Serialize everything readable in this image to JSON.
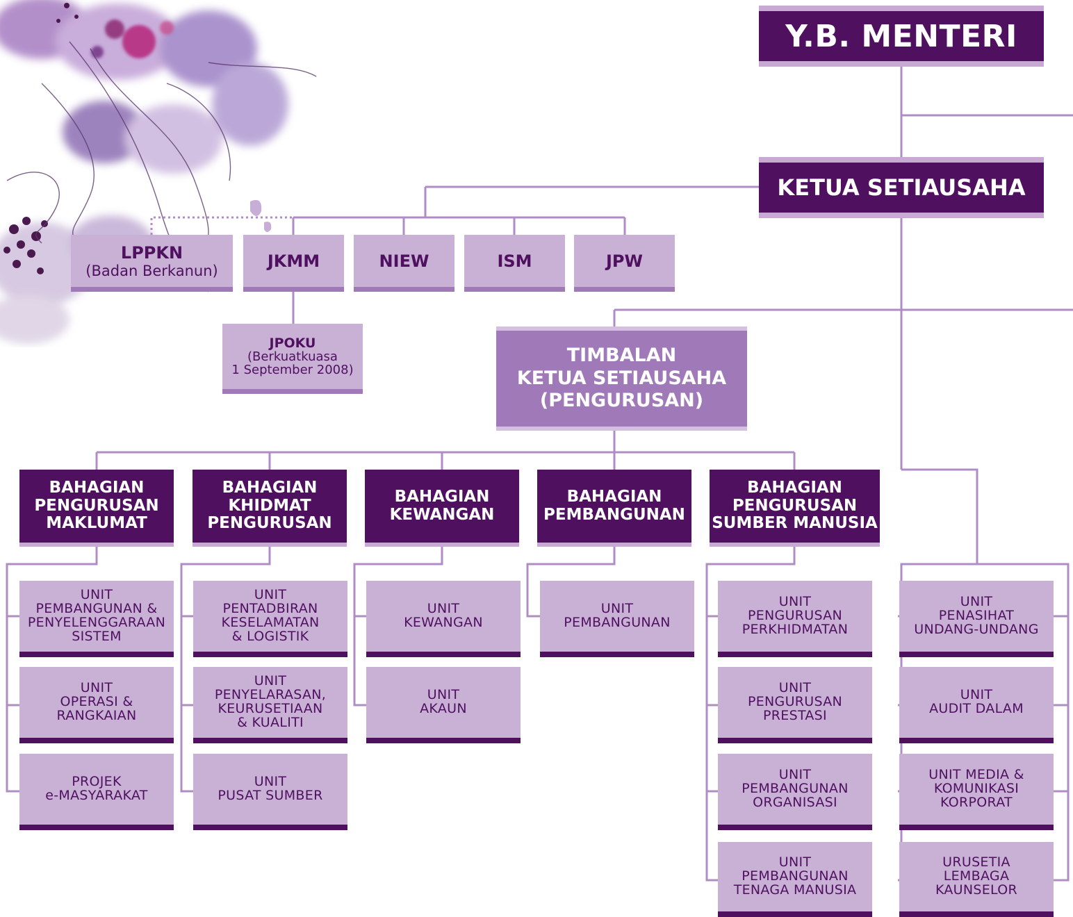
{
  "top": {
    "menteri": "Y.B. MENTERI",
    "ketua": "KETUA SETIAUSAHA",
    "timbalan": [
      "TIMBALAN",
      "KETUA SETIAUSAHA",
      "(PENGURUSAN)"
    ]
  },
  "agencies": {
    "lppkn": {
      "name": "LPPKN",
      "note": "(Badan Berkanun)"
    },
    "jkmm": "JKMM",
    "niew": "NIEW",
    "ism": "ISM",
    "jpw": "JPW",
    "jpoku": {
      "name": "JPOKU",
      "note": [
        "(Berkuatkuasa",
        "1 September 2008)"
      ]
    }
  },
  "divisions": [
    {
      "title": [
        "BAHAGIAN",
        "PENGURUSAN",
        "MAKLUMAT"
      ],
      "units": [
        [
          "UNIT",
          "PEMBANGUNAN &",
          "PENYELENGGARAAN",
          "SISTEM"
        ],
        [
          "UNIT",
          "OPERASI &",
          "RANGKAIAN"
        ],
        [
          "PROJEK",
          "e-MASYARAKAT"
        ]
      ]
    },
    {
      "title": [
        "BAHAGIAN",
        "KHIDMAT",
        "PENGURUSAN"
      ],
      "units": [
        [
          "UNIT",
          "PENTADBIRAN",
          "KESELAMATAN",
          "& LOGISTIK"
        ],
        [
          "UNIT",
          "PENYELARASAN,",
          "KEURUSETIAAN",
          "& KUALITI"
        ],
        [
          "UNIT",
          "PUSAT SUMBER"
        ]
      ]
    },
    {
      "title": [
        "BAHAGIAN",
        "KEWANGAN"
      ],
      "units": [
        [
          "UNIT",
          "KEWANGAN"
        ],
        [
          "UNIT",
          "AKAUN"
        ]
      ]
    },
    {
      "title": [
        "BAHAGIAN",
        "PEMBANGUNAN"
      ],
      "units": [
        [
          "UNIT",
          "PEMBANGUNAN"
        ]
      ]
    },
    {
      "title": [
        "BAHAGIAN",
        "PENGURUSAN",
        "SUMBER MANUSIA"
      ],
      "units": [
        [
          "UNIT",
          "PENGURUSAN",
          "PERKHIDMATAN"
        ],
        [
          "UNIT",
          "PENGURUSAN",
          "PRESTASI"
        ],
        [
          "UNIT",
          "PEMBANGUNAN",
          "ORGANISASI"
        ],
        [
          "UNIT",
          "PEMBANGUNAN",
          "TENAGA MANUSIA"
        ]
      ]
    }
  ],
  "direct_units": [
    [
      "UNIT",
      "PENASIHAT",
      "UNDANG-UNDANG"
    ],
    [
      "UNIT",
      "AUDIT DALAM"
    ],
    [
      "UNIT MEDIA &",
      "KOMUNIKASI",
      "KORPORAT"
    ],
    [
      "URUSETIA",
      "LEMBAGA",
      "KAUNSELOR"
    ]
  ],
  "colors": {
    "dark_purple": "#4f1060",
    "medium_purple": "#a07ab8",
    "light_purple": "#c9b1d6",
    "line": "#b08cc6"
  },
  "decoration": "watercolor-floral-art"
}
